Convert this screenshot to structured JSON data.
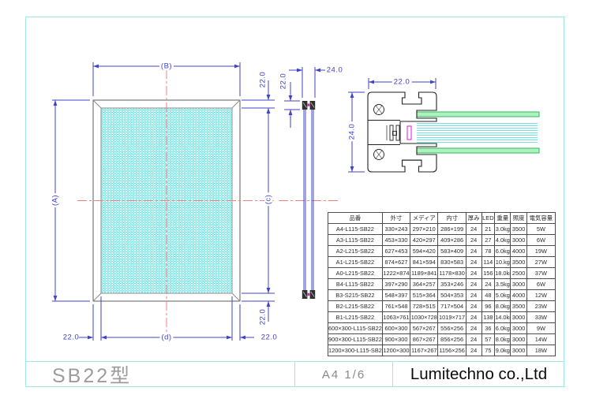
{
  "title_block": {
    "model": "SB22型",
    "sheet": "A4 1/6",
    "company": "Lumitechno co.,Ltd"
  },
  "labels": {
    "b": "(B)",
    "a": "(A)",
    "c": "(c)",
    "d": "(d)",
    "v22": "22.0",
    "v24": "24.0"
  },
  "views": {
    "front_view": "sign face with honeycomb diffuser",
    "side_view": "edge profile view",
    "cross_section": "frame extrusion section with panels"
  },
  "colors": {
    "dimension_blue": "#4043c8",
    "centerline_red": "#f28080",
    "sheet_border_cyan": "#9fe8e8",
    "honeycomb_cyan": "#54dcdc",
    "panel_green": "#2db85a",
    "light_guide_cyan": "#70e2e2",
    "led_magenta": "#e018c8"
  },
  "table": {
    "headers": [
      "品番",
      "外寸",
      "メディア",
      "内寸",
      "厚み",
      "LED",
      "重量",
      "照度",
      "電気容量"
    ],
    "rows": [
      [
        "A4-L115-SB22",
        "330×243",
        "297×210",
        "286×199",
        "24",
        "21",
        "3.0kg",
        "3500",
        "5W"
      ],
      [
        "A3-L115-SB22",
        "453×330",
        "420×297",
        "409×286",
        "24",
        "27",
        "4.0kg",
        "3000",
        "6W"
      ],
      [
        "A2-L215-SB22",
        "627×453",
        "594×420",
        "583×409",
        "24",
        "78",
        "6.0kg",
        "4000",
        "19W"
      ],
      [
        "A1-L215-SB22",
        "874×627",
        "841×594",
        "830×583",
        "24",
        "114",
        "10.kg",
        "3500",
        "27W"
      ],
      [
        "A0-L215-SB22",
        "1222×874",
        "1189×841",
        "1178×830",
        "24",
        "156",
        "18.0kg",
        "2500",
        "37W"
      ],
      [
        "B4-L115-SB22",
        "397×290",
        "364×257",
        "353×246",
        "24",
        "24",
        "3.5kg",
        "3000",
        "6W"
      ],
      [
        "B3-S215-SB22",
        "548×397",
        "515×364",
        "504×353",
        "24",
        "48",
        "5.0kg",
        "4000",
        "12W"
      ],
      [
        "B2-L215-SB22",
        "761×548",
        "728×515",
        "717×504",
        "24",
        "96",
        "8.0kg",
        "3500",
        "23W"
      ],
      [
        "B1-L215-SB22",
        "1063×761",
        "1030×728",
        "1019×717",
        "24",
        "138",
        "14.0kg",
        "3000",
        "33W"
      ],
      [
        "600×300-L115-SB22",
        "600×300",
        "567×267",
        "556×256",
        "24",
        "36",
        "6.0kg",
        "3000",
        "9W"
      ],
      [
        "900×300-L115-SB22",
        "900×300",
        "867×267",
        "856×256",
        "24",
        "57",
        "8.0kg",
        "3000",
        "14W"
      ],
      [
        "1200×300-L115-SB22",
        "1200×300",
        "1167×267",
        "1156×256",
        "24",
        "75",
        "9.0kg",
        "3000",
        "18W"
      ]
    ]
  }
}
